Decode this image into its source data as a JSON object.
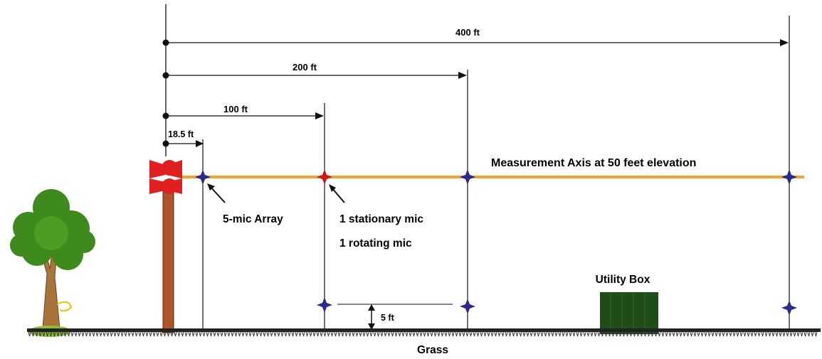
{
  "dimensions": {
    "d400": "400 ft",
    "d200": "200 ft",
    "d100": "100 ft",
    "d18": "18.5 ft"
  },
  "axis_label": "Measurement Axis at 50 feet elevation",
  "array_label": "5-mic Array",
  "stationary_label": "1 stationary mic",
  "rotating_label": "1 rotating mic",
  "height_label": "5 ft",
  "utility_label": "Utility Box",
  "ground_label": "Grass",
  "colors": {
    "axis": "#f5a033",
    "speaker": "#e02020",
    "pole": "#b0522a",
    "mic": "#2a2a8c",
    "mic_red": "#d01818",
    "utility_box": "#1f4d1a",
    "tree": "#3f8a1c"
  }
}
